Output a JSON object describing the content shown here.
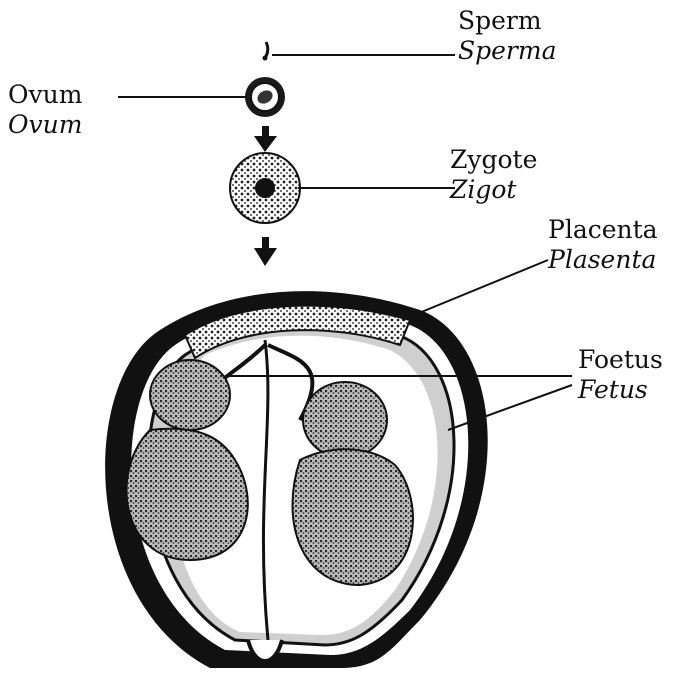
{
  "labels": {
    "sperm": {
      "en": "Sperm",
      "local": "Sperma"
    },
    "ovum": {
      "en": "Ovum",
      "local": "Ovum"
    },
    "zygote": {
      "en": "Zygote",
      "local": "Zigot"
    },
    "placenta": {
      "en": "Placenta",
      "local": "Plasenta"
    },
    "foetus": {
      "en": "Foetus",
      "local": "Fetus"
    }
  },
  "colors": {
    "ink": "#111111",
    "paper": "#ffffff",
    "shade": "#555555"
  }
}
